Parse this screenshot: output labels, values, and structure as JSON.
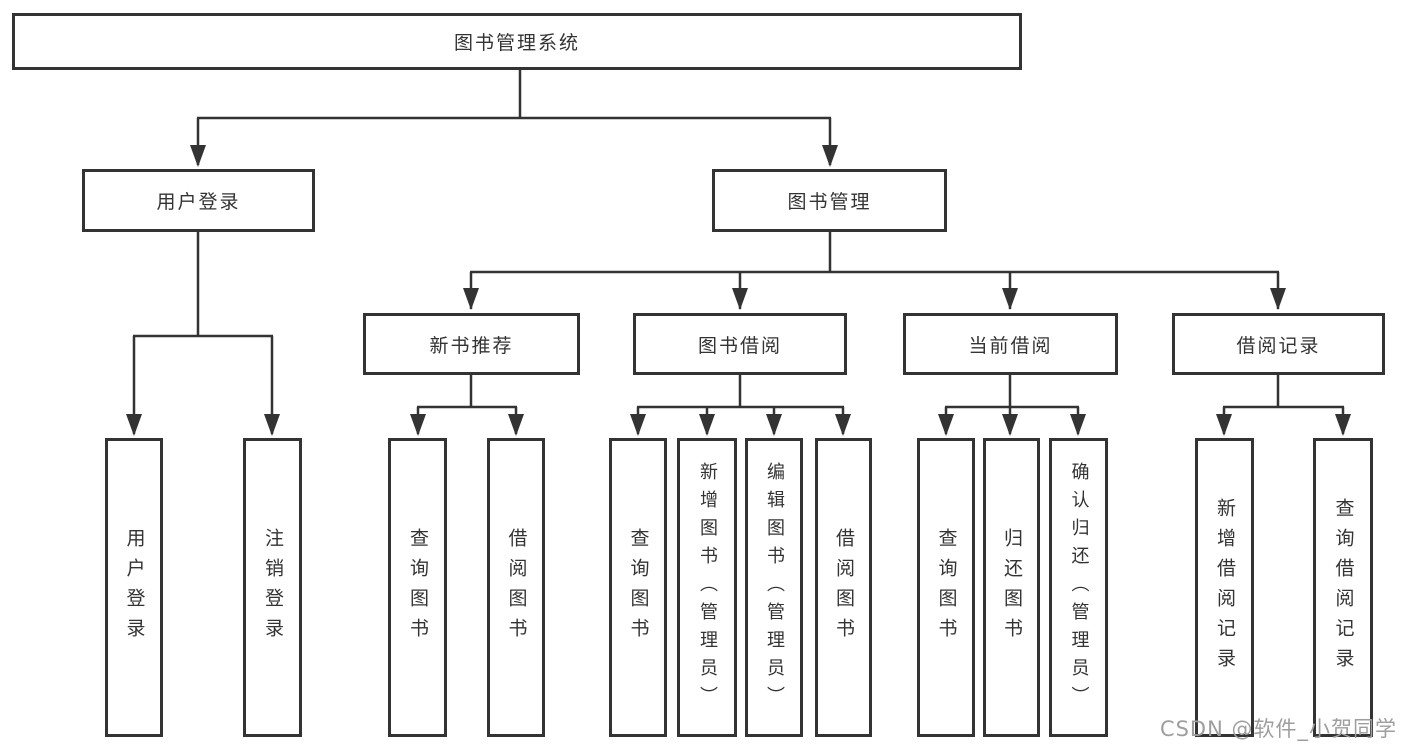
{
  "colors": {
    "line": "#333333",
    "text": "#333333",
    "box_background": "#ffffff",
    "page_background": "#ffffff",
    "watermark": "#9e9e9e"
  },
  "tree": {
    "root": "图书管理系统",
    "branches": [
      {
        "label": "用户登录",
        "children": [
          "用户登录",
          "注销登录"
        ]
      },
      {
        "label": "图书管理",
        "sections": [
          {
            "label": "新书推荐",
            "children": [
              "查询图书",
              "借阅图书"
            ]
          },
          {
            "label": "图书借阅",
            "children": [
              "查询图书",
              "新增图书（管理员）",
              "编辑图书（管理员）",
              "借阅图书"
            ]
          },
          {
            "label": "当前借阅",
            "children": [
              "查询图书",
              "归还图书",
              "确认归还（管理员）"
            ]
          },
          {
            "label": "借阅记录",
            "children": [
              "新增借阅记录",
              "查询借阅记录"
            ]
          }
        ]
      }
    ]
  },
  "watermark": "CSDN @软件_小贺同学"
}
